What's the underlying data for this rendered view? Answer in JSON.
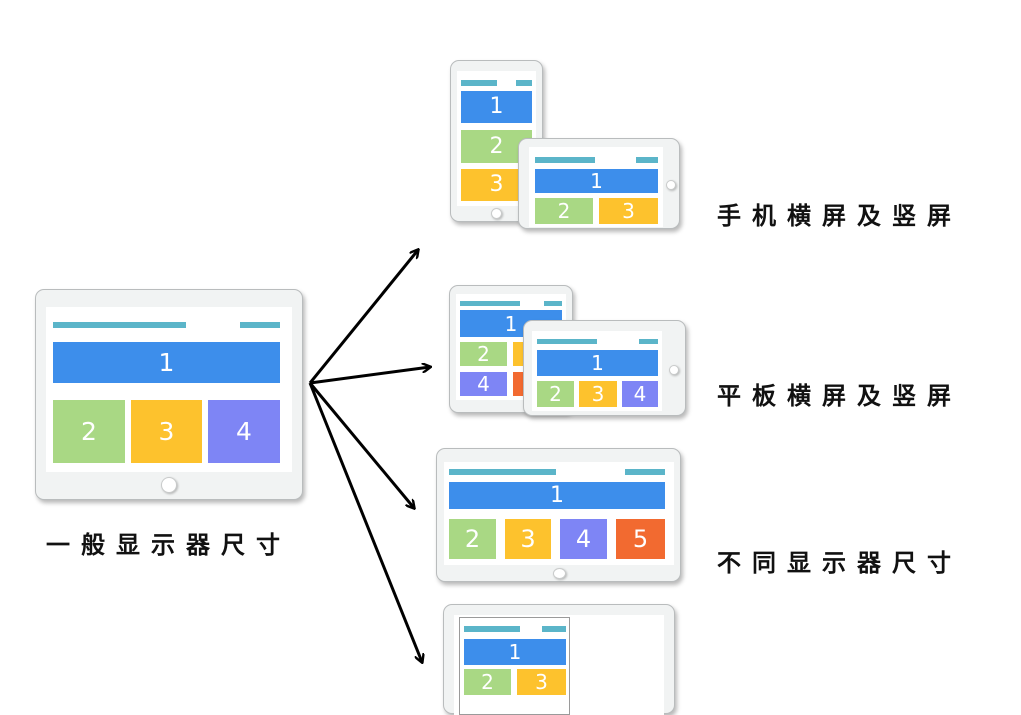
{
  "captions": {
    "general": "一般显示器尺寸",
    "phone": "手机横屏及竖屏",
    "tablet": "平板横屏及竖屏",
    "different": "不同显示器尺寸"
  },
  "tiles": {
    "main": [
      "1",
      "2",
      "3",
      "4"
    ],
    "phone_portrait": [
      "1",
      "2",
      "3"
    ],
    "phone_landscape": [
      "1",
      "2",
      "3"
    ],
    "tablet_portrait": [
      "1",
      "2",
      "4"
    ],
    "tablet_landscape": [
      "1",
      "2",
      "3",
      "4"
    ],
    "wide": [
      "1",
      "2",
      "3",
      "4",
      "5"
    ],
    "bottom": [
      "1",
      "2",
      "3"
    ]
  },
  "colors": {
    "blue": "#3d8eeb",
    "green": "#a9d884",
    "yellow": "#fdc22d",
    "purple": "#7e85f5",
    "orange": "#f26a30",
    "header_bar": "#5bb5c9",
    "arrow": "#000000"
  }
}
